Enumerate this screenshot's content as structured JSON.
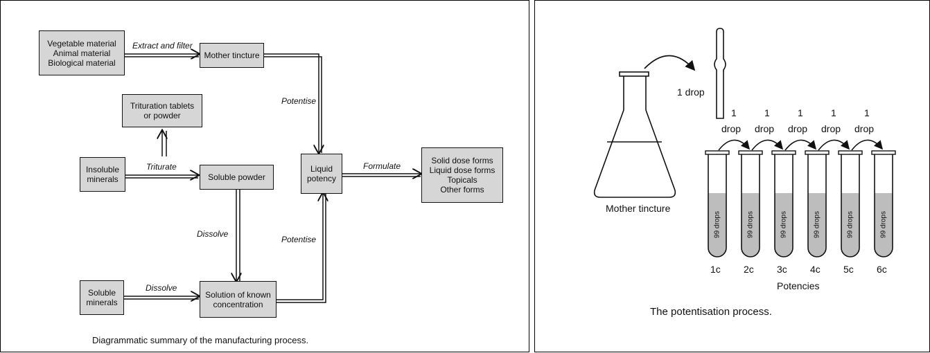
{
  "left_diagram": {
    "boxes": {
      "raw_materials": [
        "Vegetable material",
        "Animal material",
        "Biological material"
      ],
      "mother_tincture": "Mother tincture",
      "trituration": [
        "Trituration tablets",
        "or powder"
      ],
      "insoluble": [
        "Insoluble",
        "minerals"
      ],
      "soluble_powder": "Soluble powder",
      "liquid_potency": [
        "Liquid",
        "potency"
      ],
      "dose_forms": [
        "Solid dose forms",
        "Liquid dose forms",
        "Topicals",
        "Other forms"
      ],
      "soluble_minerals": [
        "Soluble",
        "minerals"
      ],
      "solution": [
        "Solution of known",
        "concentration"
      ]
    },
    "labels": {
      "extract": "Extract and filter",
      "potentise_top": "Potentise",
      "triturate": "Triturate",
      "formulate": "Formulate",
      "dissolve_mid": "Dissolve",
      "potentise_bottom": "Potentise",
      "dissolve_bottom": "Dissolve"
    },
    "caption": "Diagrammatic summary of the manufacturing process."
  },
  "right_diagram": {
    "flask_label": "Mother tincture",
    "one_drop": "1 drop",
    "transfer_number": "1",
    "transfer_word": "drop",
    "tube_contents": "99 drops",
    "potencies": [
      "1c",
      "2c",
      "3c",
      "4c",
      "5c",
      "6c"
    ],
    "axis_label": "Potencies",
    "caption": "The potentisation process."
  }
}
